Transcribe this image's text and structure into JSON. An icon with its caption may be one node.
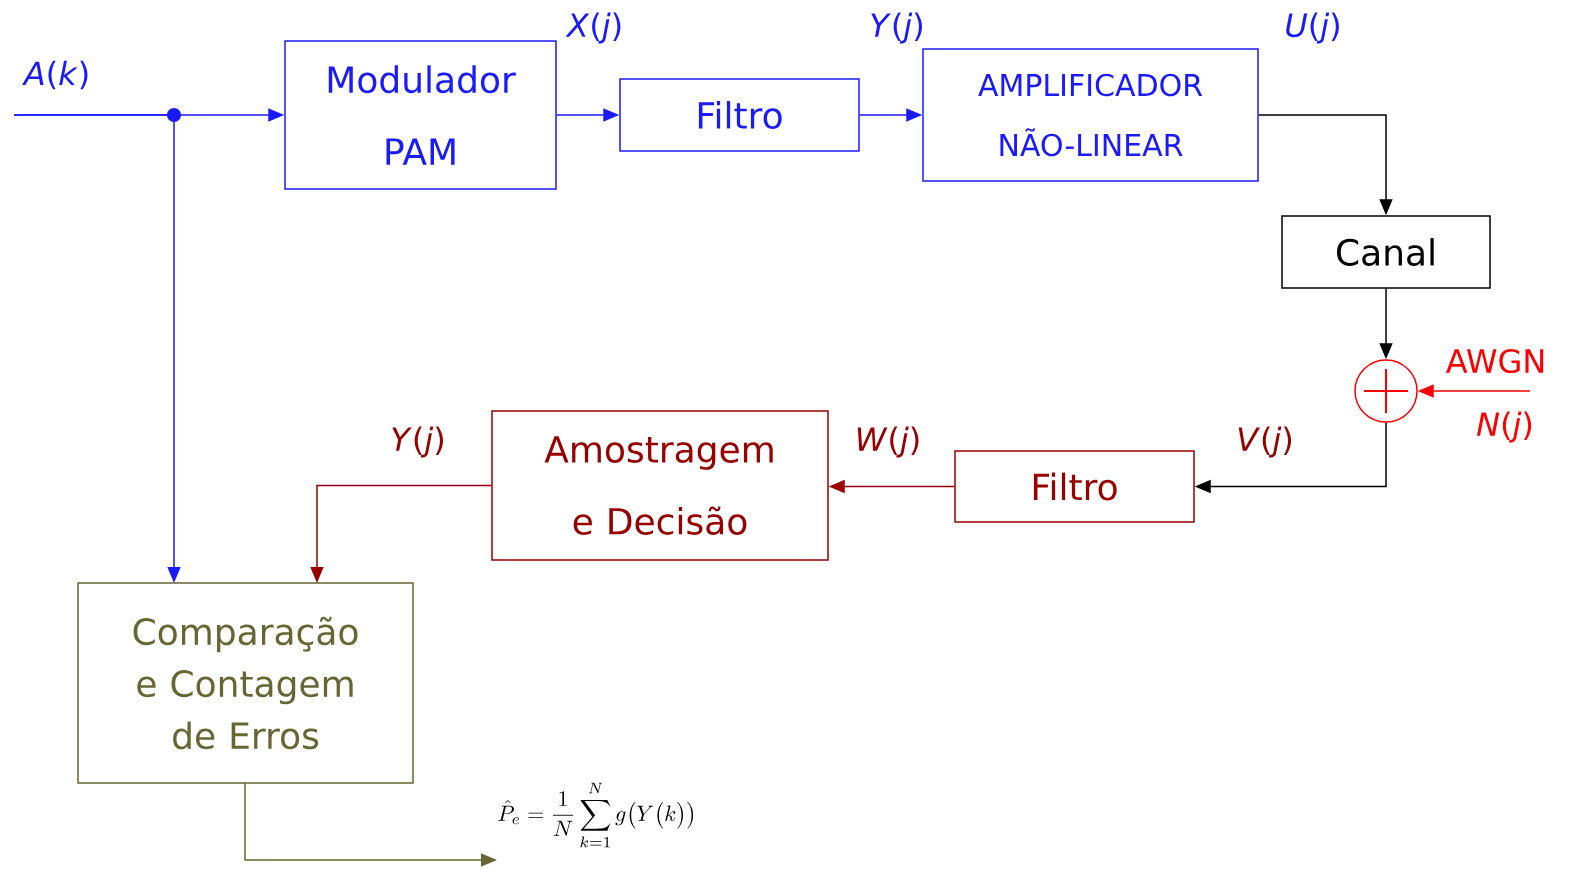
{
  "diagram": {
    "nodes": [
      {
        "text": [
          "Modulador PAM"
        ]
      },
      {
        "text": [
          "Filtro"
        ]
      },
      {
        "text": [
          "AMPLIFICADOR NÃO-LINEAR"
        ]
      },
      {
        "text": [
          "Canal"
        ]
      },
      {
        "text": [],
        "shape": "circle"
      },
      {
        "text": [
          "Filtro"
        ]
      },
      {
        "text": [
          "Amostragem e Decisão"
        ]
      },
      {
        "text": [
          "Comparação e Contagem de Erros"
        ]
      },
      {
        "text": [
          "\\hat{P}_e=\\frac{1}{N}\\sum_{k=1}^{N}g\\big(Y\\big(k\\big)\\big)"
        ]
      }
    ],
    "edges": [
      {
        "from": null,
        "to": 0,
        "arrow": "to",
        "color": "#1a1aff"
      },
      {
        "from": null,
        "to": 7,
        "arrow": "to",
        "color": "#1a1aff"
      },
      {
        "from": 0,
        "to": 1,
        "arrow": "to",
        "color": "#1a1aff"
      },
      {
        "from": 1,
        "to": 2,
        "arrow": "to",
        "color": "#1a1aff"
      },
      {
        "from": 2,
        "to": 3,
        "arrow": "to",
        "color": "#000000"
      },
      {
        "from": 3,
        "to": 4,
        "arrow": "to",
        "color": "#000000"
      },
      {
        "from": null,
        "to": 4,
        "arrow": "to",
        "color": "#ff0000"
      },
      {
        "from": 4,
        "to": 5,
        "arrow": "to",
        "color": "#000000"
      },
      {
        "from": 5,
        "to": 6,
        "arrow": "to",
        "color": "#990000"
      },
      {
        "from": 6,
        "to": 7,
        "arrow": "to",
        "color": "#990000"
      },
      {
        "from": 7,
        "to": 8,
        "arrow": "to",
        "color": "#666633"
      }
    ],
    "labels": [
      "*A*(*k*)",
      "*X*(*j*)",
      "*Y*(*j*)",
      "*U*(*j*)",
      "AWGN",
      "*N*(*j*)",
      "*V*(*j*)",
      "*W*(*j*)",
      "*Y*(*j*)"
    ]
  }
}
